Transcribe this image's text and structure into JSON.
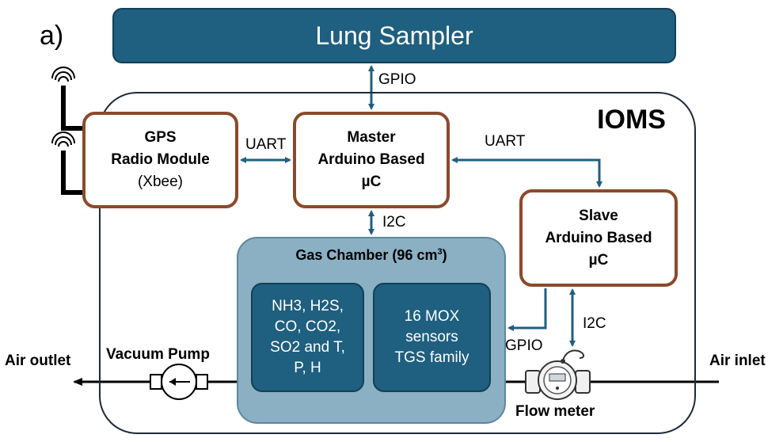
{
  "panel_label": "a)",
  "lung_sampler": "Lung Sampler",
  "ioms_title": "IOMS",
  "gps": {
    "line1": "GPS",
    "line2": "Radio Module",
    "line3": "(Xbee)"
  },
  "master": {
    "line1": "Master",
    "line2": "Arduino Based",
    "line3": "µC"
  },
  "slave": {
    "line1": "Slave",
    "line2": "Arduino Based",
    "line3": "µC"
  },
  "gas_chamber": {
    "title": "Gas Chamber (96 cm",
    "unit_sup": "3",
    "close": ")"
  },
  "sensors_left": [
    "NH3, H2S,",
    "CO, CO2,",
    "SO2 and T,",
    "P, H"
  ],
  "sensors_right": [
    "16 MOX",
    "sensors",
    "TGS family"
  ],
  "links": {
    "gpio_top": "GPIO",
    "uart_left": "UART",
    "uart_right": "UART",
    "i2c_master": "I2C",
    "i2c_slave": "I2C",
    "gpio_slave": "GPIO"
  },
  "flow": {
    "air_outlet": "Air outlet",
    "vacuum_pump": "Vacuum Pump",
    "air_inlet": "Air inlet",
    "flow_meter": "Flow meter"
  }
}
